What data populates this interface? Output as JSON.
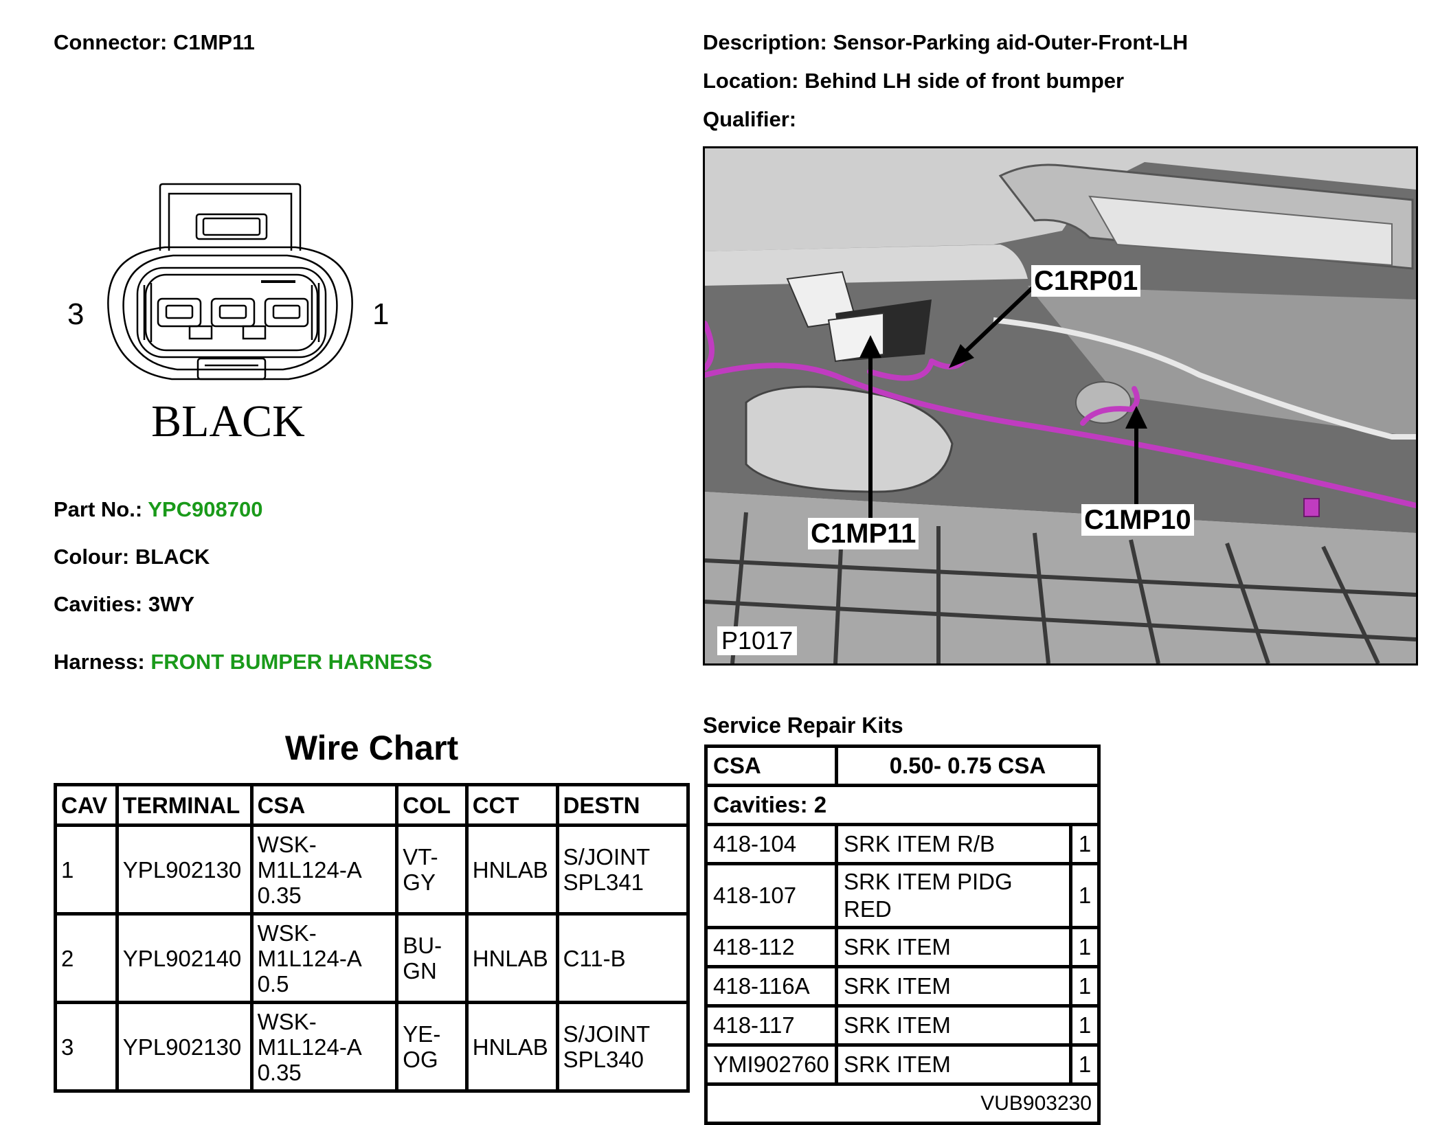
{
  "connector": {
    "label": "Connector:",
    "value": "C1MP11",
    "pin_left": "3",
    "pin_right": "1",
    "color_label": "BLACK"
  },
  "description": {
    "label": "Description:",
    "value": "Sensor-Parking aid-Outer-Front-LH"
  },
  "location": {
    "label": "Location:",
    "value": "Behind LH side of front bumper"
  },
  "qualifier": {
    "label": "Qualifier:",
    "value": ""
  },
  "part": {
    "label": "Part No.:",
    "value": "YPC908700"
  },
  "colour": {
    "label": "Colour:",
    "value": "BLACK"
  },
  "cavities": {
    "label": "Cavities:",
    "value": "3WY"
  },
  "harness": {
    "label": "Harness:",
    "value": "FRONT BUMPER HARNESS"
  },
  "photo": {
    "callouts": [
      "C1RP01",
      "C1MP11",
      "C1MP10"
    ],
    "figure_id": "P1017"
  },
  "wire_chart": {
    "title": "Wire Chart",
    "headers": [
      "CAV",
      "TERMINAL",
      "CSA",
      "COL",
      "CCT",
      "DESTN"
    ],
    "rows": [
      {
        "cav": "1",
        "terminal": "YPL902130",
        "csa": [
          "WSK-",
          "M1L124-A",
          "0.35"
        ],
        "col": [
          "VT-",
          "GY"
        ],
        "cct": "HNLAB",
        "destn": [
          "S/JOINT",
          "SPL341"
        ]
      },
      {
        "cav": "2",
        "terminal": "YPL902140",
        "csa": [
          "WSK-",
          "M1L124-A",
          "0.5"
        ],
        "col": [
          "BU-",
          "GN"
        ],
        "cct": "HNLAB",
        "destn": [
          "C11-B"
        ]
      },
      {
        "cav": "3",
        "terminal": "YPL902130",
        "csa": [
          "WSK-",
          "M1L124-A",
          "0.35"
        ],
        "col": [
          "YE-",
          "OG"
        ],
        "cct": "HNLAB",
        "destn": [
          "S/JOINT",
          "SPL340"
        ]
      }
    ]
  },
  "service_kits": {
    "title": "Service Repair Kits",
    "csa_label": "CSA",
    "csa_value": "0.50- 0.75 CSA",
    "cavities_text": "Cavities: 2",
    "items": [
      {
        "code": "418-104",
        "desc": "SRK ITEM R/B",
        "qty": "1"
      },
      {
        "code": "418-107",
        "desc": "SRK ITEM PIDG RED",
        "qty": "1"
      },
      {
        "code": "418-112",
        "desc": "SRK ITEM",
        "qty": "1"
      },
      {
        "code": "418-116A",
        "desc": "SRK ITEM",
        "qty": "1"
      },
      {
        "code": "418-117",
        "desc": "SRK ITEM",
        "qty": "1"
      },
      {
        "code": "YMI902760",
        "desc": "SRK ITEM",
        "qty": "1"
      }
    ],
    "footer": "VUB903230"
  },
  "colors": {
    "link_green": "#1a9a1a",
    "harness_purple": "#c03cc0"
  }
}
